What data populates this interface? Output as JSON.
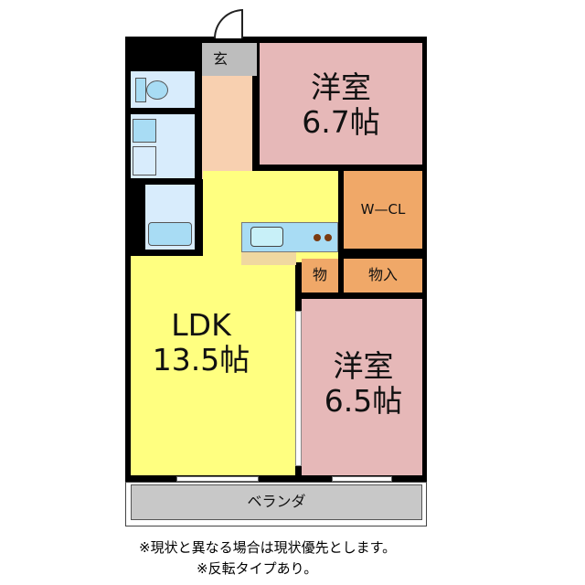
{
  "rooms": {
    "entrance": "玄",
    "bedroom1": {
      "name": "洋室",
      "size": "6.7帖"
    },
    "walk_in_closet": "W—CL",
    "storage_small": "物",
    "storage": "物入",
    "ldk": {
      "name": "LDK",
      "size": "13.5帖"
    },
    "bedroom2": {
      "name": "洋室",
      "size": "6.5帖"
    },
    "balcony": "ベランダ"
  },
  "notes": [
    "※現状と異なる場合は現状優先とします。",
    "※反転タイプあり。"
  ],
  "colors": {
    "bedroom": "#e6b8b8",
    "ldk": "#ffff80",
    "hall": "#f8d0b0",
    "closet": "#f0a868",
    "wet": "#d8ecfc",
    "fixture": "#a8dcf4",
    "balcony": "#c8c8c8",
    "entrance": "#bdbdbd"
  }
}
